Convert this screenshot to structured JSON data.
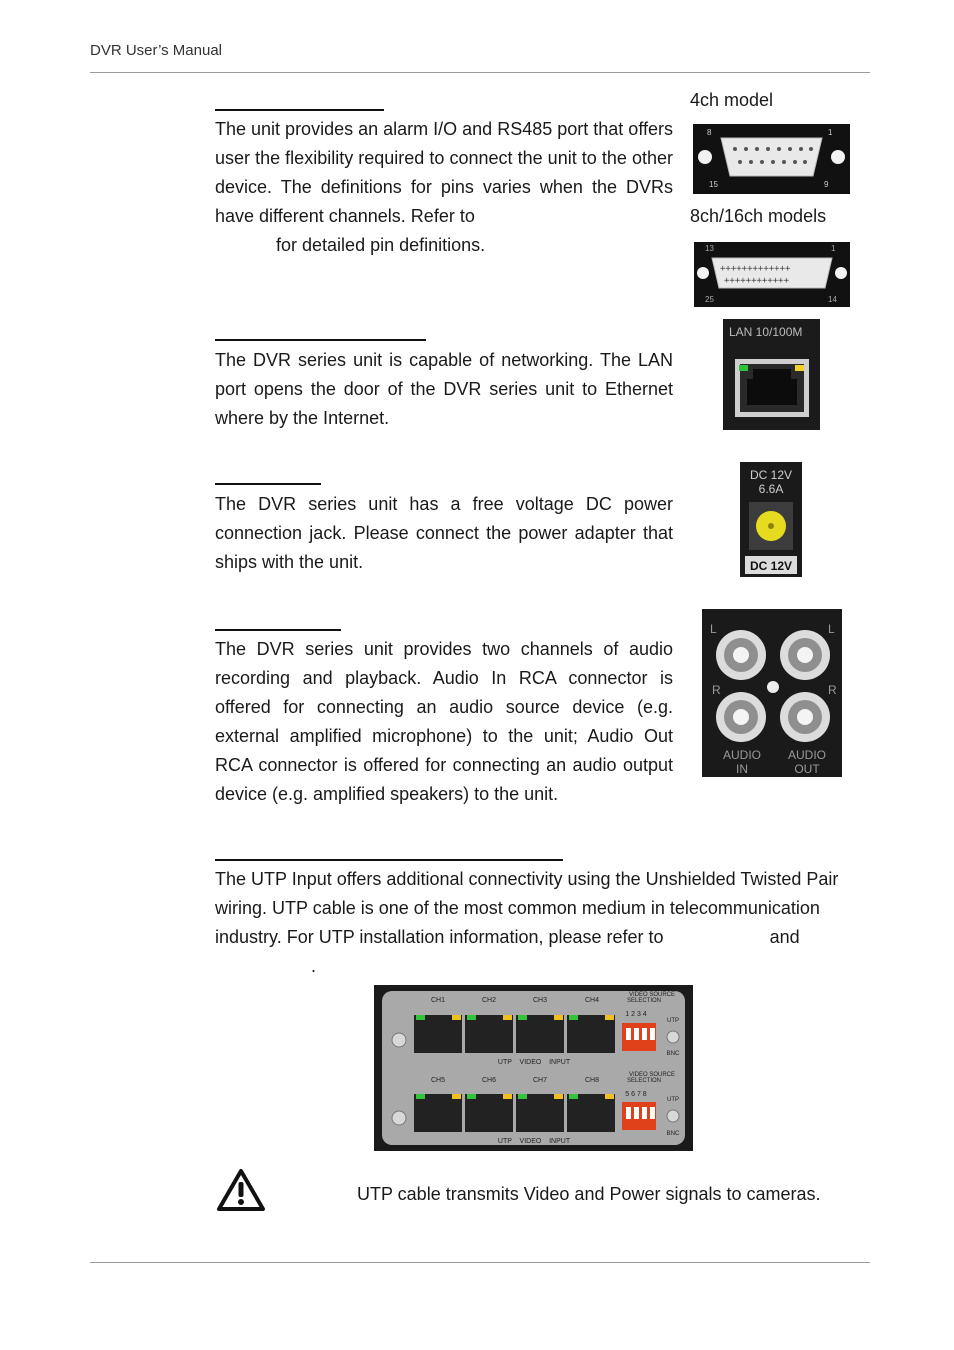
{
  "header": {
    "title": "DVR User’s Manual"
  },
  "alarm": {
    "caption_4ch": "4ch model",
    "caption_8ch": "8ch/16ch models",
    "text_a": "The unit provides an alarm I/O and RS485 port that offers user the flexibility required to connect the unit to the other device. The definitions for pins varies when the DVRs have different channels. Refer to",
    "text_b": "for detailed pin definitions.",
    "pins_4ch_top_left": "8",
    "pins_4ch_top_right": "1",
    "pins_4ch_bottom_left": "15",
    "pins_4ch_bottom_right": "9",
    "pins_8ch_top_left": "13",
    "pins_8ch_top_right": "1",
    "pins_8ch_bottom_left": "25",
    "pins_8ch_bottom_right": "14"
  },
  "lan": {
    "text": "The DVR series unit is capable of networking. The LAN port opens the door of the DVR series unit to Ethernet where by the Internet.",
    "port_label": "LAN 10/100M"
  },
  "power": {
    "text": "The DVR series unit has a free voltage DC power connection jack. Please connect the power adapter that ships with the unit.",
    "label_top_1": "DC 12V",
    "label_top_2": "6.6A",
    "label_bottom": "DC 12V"
  },
  "audio": {
    "text": "The DVR series unit provides two channels of audio recording and playback. Audio In RCA connector is offered for connecting an audio source device (e.g. external amplified microphone) to the unit; Audio Out RCA connector is offered for connecting an audio output device (e.g. amplified speakers) to the unit.",
    "l1": "L",
    "l2": "L",
    "r1": "R",
    "r2": "R",
    "in_label_1": "AUDIO",
    "in_label_2": "IN",
    "out_label_1": "AUDIO",
    "out_label_2": "OUT"
  },
  "utp": {
    "text_a": "The UTP Input offers additional connectivity using the Unshielded Twisted Pair wiring. UTP cable is one of the most common medium in telecommunication industry. For UTP installation information, please refer to",
    "text_and": "and",
    "text_end": ".",
    "row1_channels": [
      "CH1",
      "CH2",
      "CH3",
      "CH4"
    ],
    "row2_channels": [
      "CH5",
      "CH6",
      "CH7",
      "CH8"
    ],
    "vss_label_1": "VIDEO SOURCE",
    "vss_label_2": "SELECTION",
    "row1_switch_nums": "1 2 3 4",
    "row2_switch_nums": "5 6 7 8",
    "utp_label": "UTP",
    "bnc_label": "BNC",
    "bottom_label": "UTP    VIDEO    INPUT"
  },
  "note": {
    "text": "UTP cable transmits Video and Power signals to cameras."
  }
}
